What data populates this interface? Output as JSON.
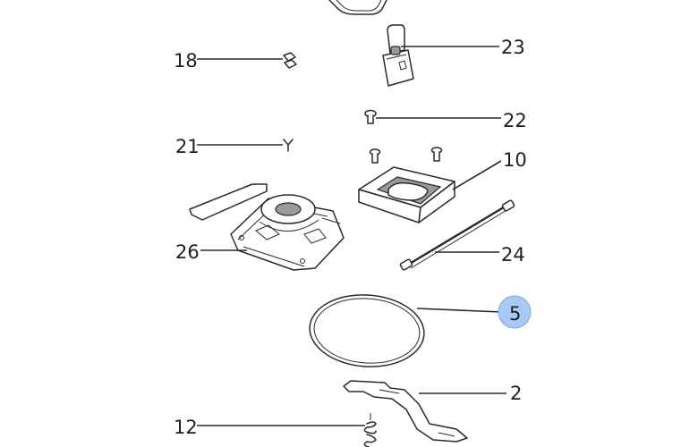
{
  "callouts": {
    "p18": "18",
    "p23": "23",
    "p22": "22",
    "p21": "21",
    "p10": "10",
    "p26": "26",
    "p24": "24",
    "p5": "5",
    "p2": "2",
    "p12": "12"
  },
  "highlight_color": "#a9c9f5"
}
